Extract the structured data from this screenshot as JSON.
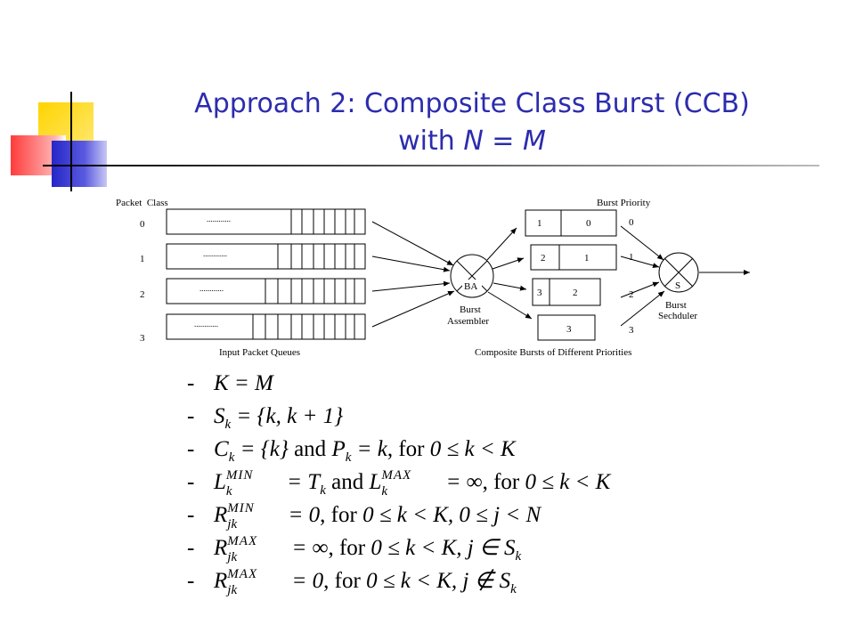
{
  "slide": {
    "title_line1": "Approach 2: Composite Class Burst (CCB)",
    "title_line2_pre": "with ",
    "title_line2_var1": "N",
    "title_line2_eq": " = ",
    "title_line2_var2": "M"
  },
  "diagram": {
    "packet_class_header": "Packet  Class",
    "burst_priority_header": "Burst Priority",
    "class_labels": [
      "0",
      "1",
      "2",
      "3"
    ],
    "queue_dots": "............",
    "input_queues_caption": "Input Packet Queues",
    "assembler_symbol": "BA",
    "assembler_label_1": "Burst",
    "assembler_label_2": "Assembler",
    "scheduler_symbol": "S",
    "scheduler_label_1": "Burst",
    "scheduler_label_2": "Sechduler",
    "composite_caption": "Composite Bursts of Different Priorities",
    "bursts": [
      {
        "cells": [
          "1",
          "0"
        ],
        "priority": "0"
      },
      {
        "cells": [
          "2",
          "1"
        ],
        "priority": "1"
      },
      {
        "cells": [
          "3",
          "2"
        ],
        "priority": "2"
      },
      {
        "cells": [
          "3"
        ],
        "priority": "3"
      }
    ]
  },
  "formulas": {
    "dash": "-",
    "r1": {
      "a": "K = M"
    },
    "r2": {
      "a": "S",
      "a_sub": "k",
      "b": " = {k, k + 1}"
    },
    "r3": {
      "a": "C",
      "a_sub": "k",
      "b": " = {k}",
      "c": " and ",
      "d": "P",
      "d_sub": "k",
      "e": " = k",
      "f": ", for ",
      "g": "0 ≤ k < K"
    },
    "r4": {
      "a": "L",
      "a_sup": "MIN",
      "a_sub": "k",
      "b": " = T",
      "b_sub": "k",
      "c": " and ",
      "d": "L",
      "d_sup": "MAX",
      "d_sub": "k",
      "e": " = ∞",
      "f": ", for ",
      "g": "0 ≤ k < K"
    },
    "r5": {
      "a": "R",
      "a_sup": "MIN",
      "a_sub": "jk",
      "b": " = 0",
      "f": ", for ",
      "g": "0 ≤ k < K, 0 ≤ j < N"
    },
    "r6": {
      "a": "R",
      "a_sup": "MAX",
      "a_sub": "jk",
      "b": " = ∞",
      "f": ", for ",
      "g": "0 ≤ k < K, j ∈ S",
      "g_sub": "k"
    },
    "r7": {
      "a": "R",
      "a_sup": "MAX",
      "a_sub": "jk",
      "b": " = 0",
      "f": ", for ",
      "g": "0 ≤ k < K, j ∉ S",
      "g_sub": "k"
    }
  }
}
